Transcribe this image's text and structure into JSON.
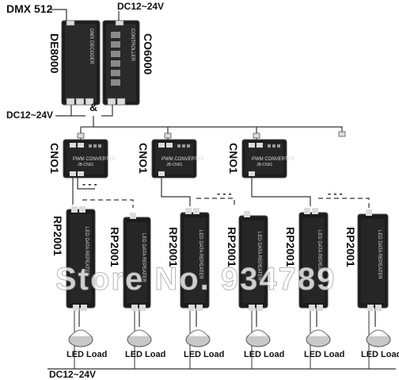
{
  "labels": {
    "dmx": "DMX 512",
    "dc_top": "DC12~24V",
    "dc_left": "DC12~24V",
    "dc_bottom": "DC12~24V",
    "and_symbol": "&",
    "dots": "- - -"
  },
  "devices": {
    "de8000": {
      "name": "DE8000",
      "face_text": "DMX DECODER"
    },
    "co6000": {
      "name": "CO6000",
      "face_text": "CONTROLLER"
    },
    "converters": [
      {
        "name": "CNO1",
        "face_text": "PWM CONVERTER",
        "model": "JB-CN01"
      },
      {
        "name": "CNO1",
        "face_text": "PWM CONVERTER",
        "model": "JB-CN01"
      },
      {
        "name": "CNO1",
        "face_text": "PWM CONVERTER",
        "model": "JB-CN01"
      }
    ],
    "repeaters": [
      {
        "name": "RP2001",
        "face_text": "LED DATA REPEATER"
      },
      {
        "name": "RP2001",
        "face_text": "LED DATA REPEATER"
      },
      {
        "name": "RP2001",
        "face_text": "LED DATA REPEATER"
      },
      {
        "name": "RP2001",
        "face_text": "LED DATA REPEATER"
      },
      {
        "name": "RP2001",
        "face_text": "LED DATA REPEATER"
      },
      {
        "name": "RP2001",
        "face_text": "LED DATA REPEATER"
      }
    ],
    "loads": [
      {
        "name": "LED Load"
      },
      {
        "name": "LED Load"
      },
      {
        "name": "LED Load"
      },
      {
        "name": "LED Load"
      },
      {
        "name": "LED Load"
      },
      {
        "name": "LED Load"
      }
    ]
  },
  "watermark": "Store No. 934789",
  "colors": {
    "device_body": "#1c1c1c",
    "device_edge": "#3a3a3a",
    "line": "#333333",
    "terminal": "#dcdcdc",
    "panel_text": "#e0e0e0"
  }
}
